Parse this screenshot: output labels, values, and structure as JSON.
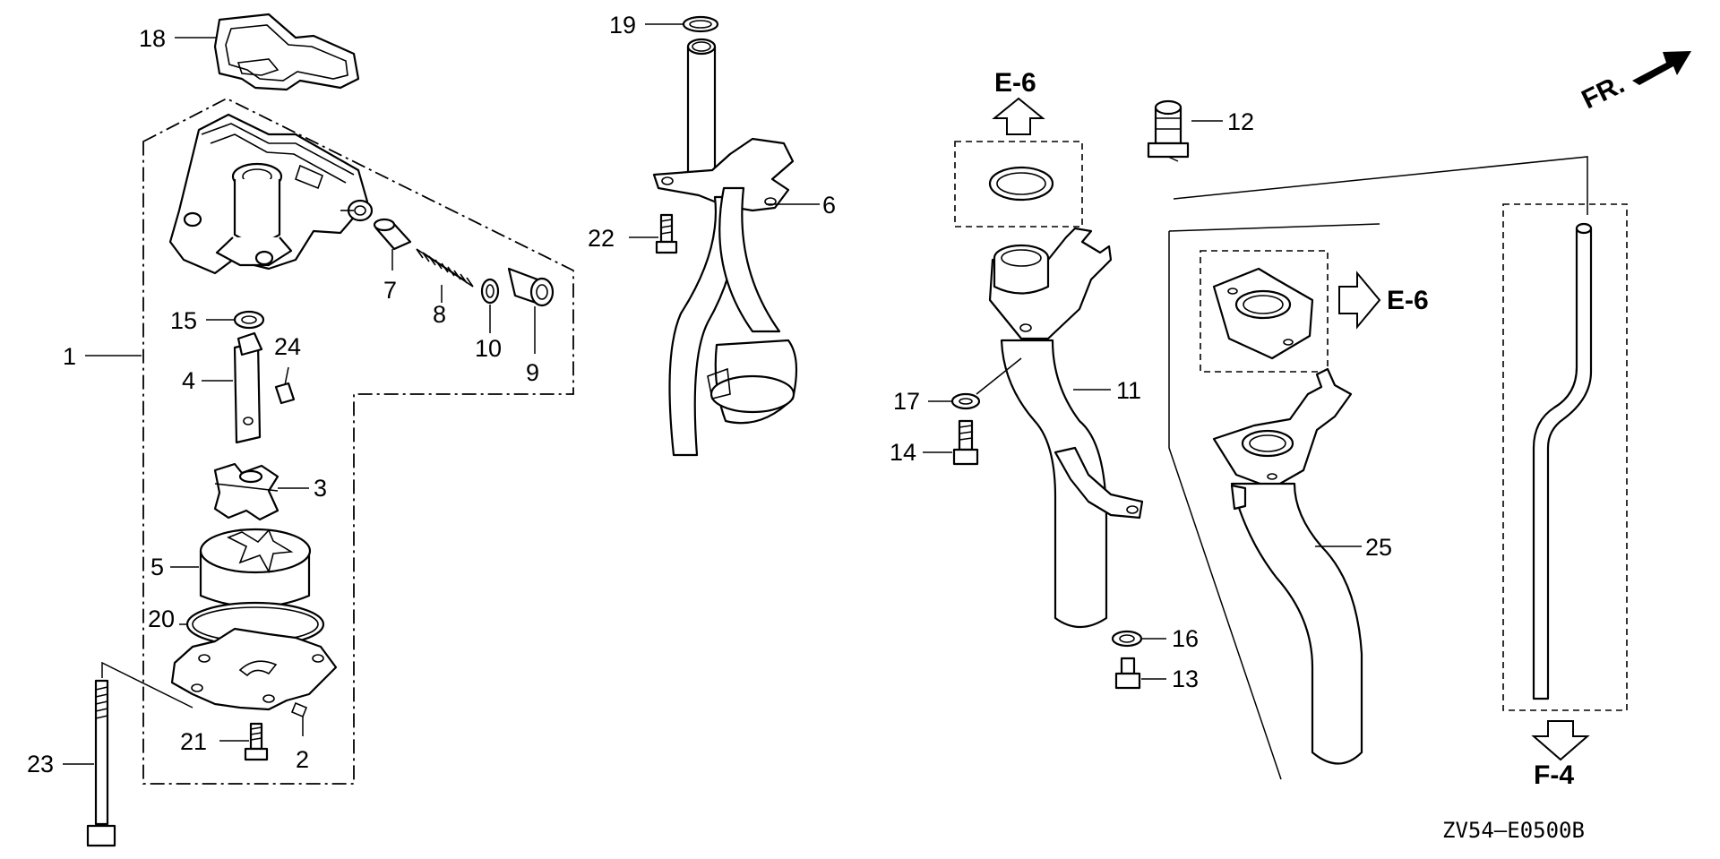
{
  "callouts": {
    "c1": "1",
    "c2": "2",
    "c3": "3",
    "c4": "4",
    "c5": "5",
    "c6": "6",
    "c7": "7",
    "c8": "8",
    "c9": "9",
    "c10": "10",
    "c11": "11",
    "c12": "12",
    "c13": "13",
    "c14": "14",
    "c15": "15",
    "c16": "16",
    "c17": "17",
    "c18": "18",
    "c19": "19",
    "c20": "20",
    "c21": "21",
    "c22": "22",
    "c23": "23",
    "c24": "24",
    "c25": "25"
  },
  "references": {
    "e6_top": "E-6",
    "e6_right": "E-6",
    "f4": "F-4"
  },
  "direction_label": "FR.",
  "diagram_code": "ZV54—E0500B"
}
